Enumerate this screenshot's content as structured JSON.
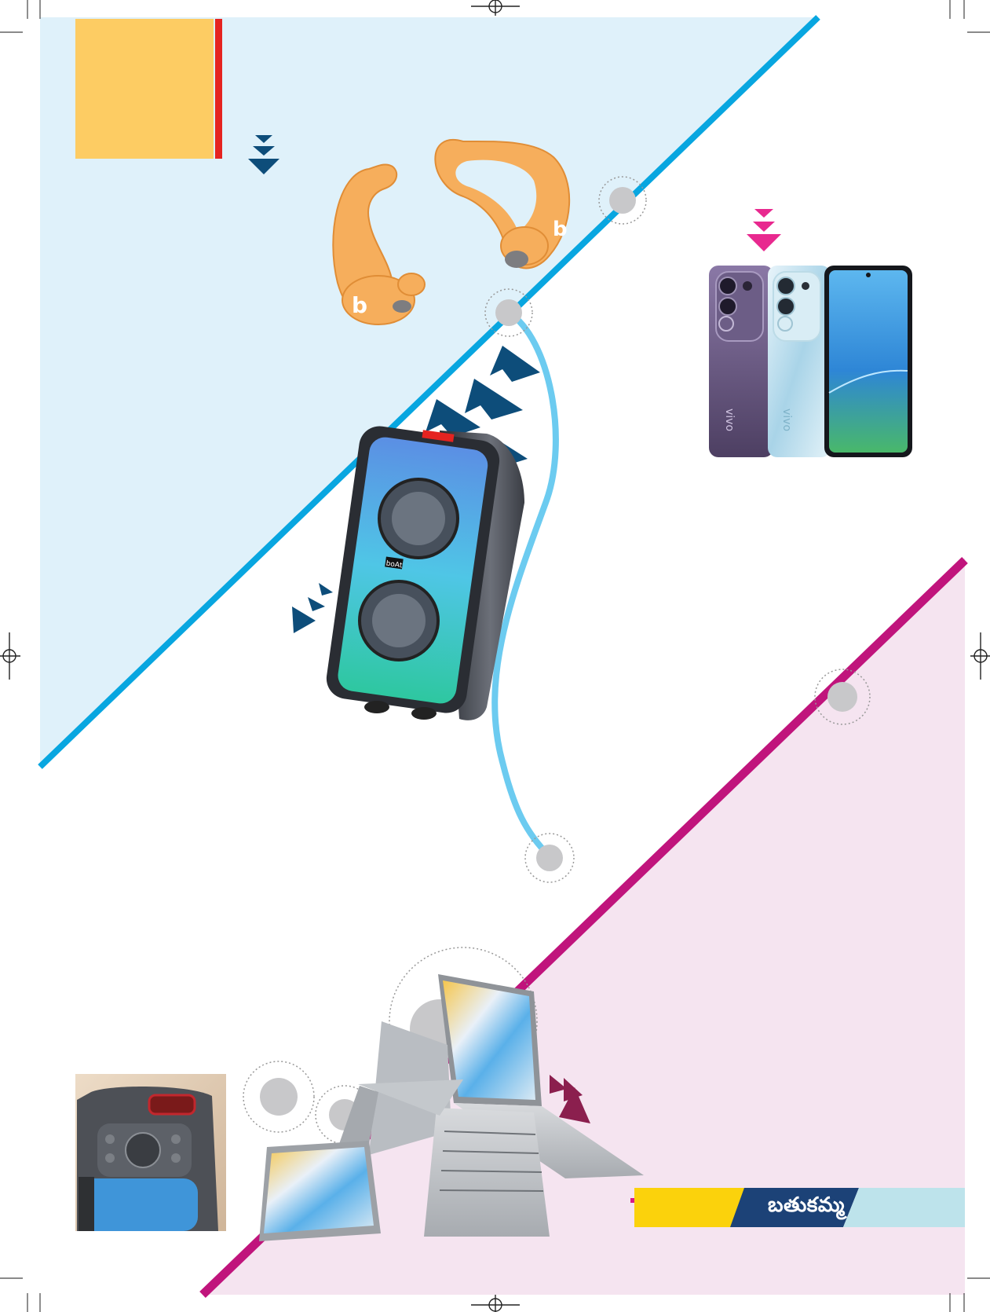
{
  "colors": {
    "top_panel": "#dff1fa",
    "bottom_panel": "#f5e4f0",
    "blue_line": "#08a6e0",
    "magenta_line": "#c0147c",
    "curve": "#6ccbf0",
    "tag_yellow": "#fdcc63",
    "tag_red": "#e52320",
    "chevron_dark": "#0d4d7a",
    "chevron_pink": "#e8298f",
    "chevron_maroon": "#8b1f4e",
    "nav_gold": "#fbd20c",
    "nav_navy": "#1c4277",
    "nav_aqua": "#bde3eb",
    "nav_square": "#d81b88",
    "dot_grey": "#c8c8ca"
  },
  "earbuds": {
    "color": "#f6ae5c",
    "logo": "b"
  },
  "phone": {
    "brand": "vivo"
  },
  "speaker": {
    "brand": "boAt"
  },
  "footer": {
    "section_label": "బతుకమ్మ"
  },
  "icons": [
    "registration-mark-icon",
    "chevron-down-icon",
    "chevron-left-icon",
    "chevron-right-icon"
  ]
}
